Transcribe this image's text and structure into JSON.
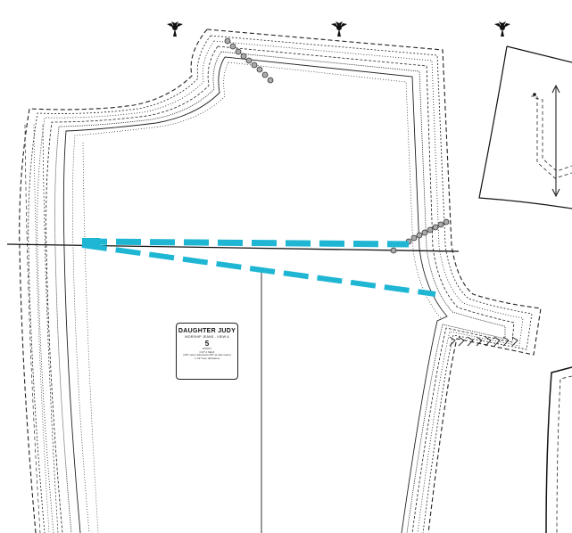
{
  "pattern_piece": {
    "brand": "DAUGHTER JUDY",
    "product": "WORSHIP JEANS - VIEW A",
    "piece_number": "5",
    "piece_name": "FRONT",
    "cut_instruction": "CUT 2 SELF",
    "note_1": "(3/8\" seam allowance,5/8\" at side seam)",
    "note_2": "1 1/2\" hem allowance"
  },
  "colors": {
    "adjustment_line": "#1fb6d4",
    "pattern_lines": "#222222",
    "notch_circles": "#999999"
  },
  "icons": [
    "flower-icon",
    "flower-icon",
    "flower-icon"
  ]
}
